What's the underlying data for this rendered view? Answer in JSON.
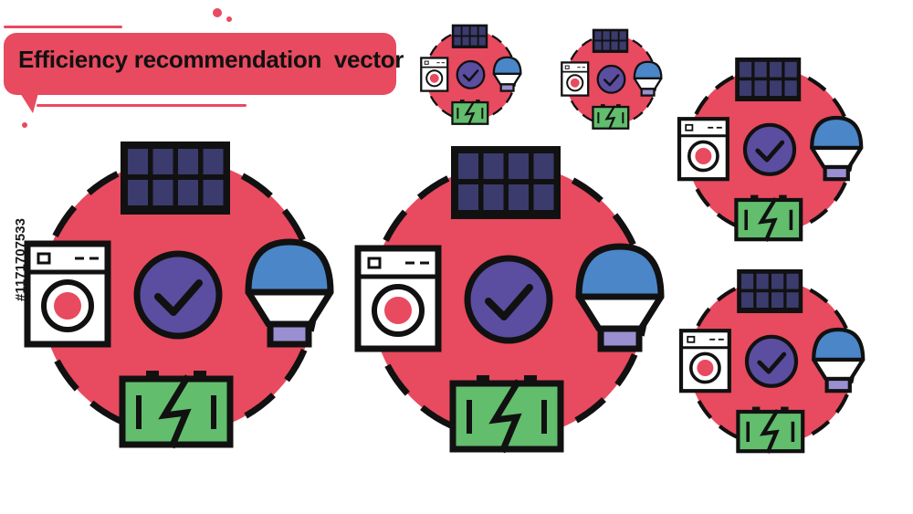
{
  "title": "Efficiency recommendation  vector",
  "watermark_id": "#1171707533",
  "icons": [
    {
      "name": "efficiency-icon-large-left"
    },
    {
      "name": "efficiency-icon-large-center"
    },
    {
      "name": "efficiency-icon-small-top-1"
    },
    {
      "name": "efficiency-icon-small-top-2"
    },
    {
      "name": "efficiency-icon-medium-right-top"
    },
    {
      "name": "efficiency-icon-medium-right-bottom"
    }
  ],
  "colors": {
    "red": "#e84a5f",
    "panel": "#3b3b6e",
    "check": "#5b4da0",
    "bulb_blue": "#4a86c8",
    "bulb_base": "#9a8fd0",
    "battery": "#62bd6d",
    "outline": "#111111"
  }
}
